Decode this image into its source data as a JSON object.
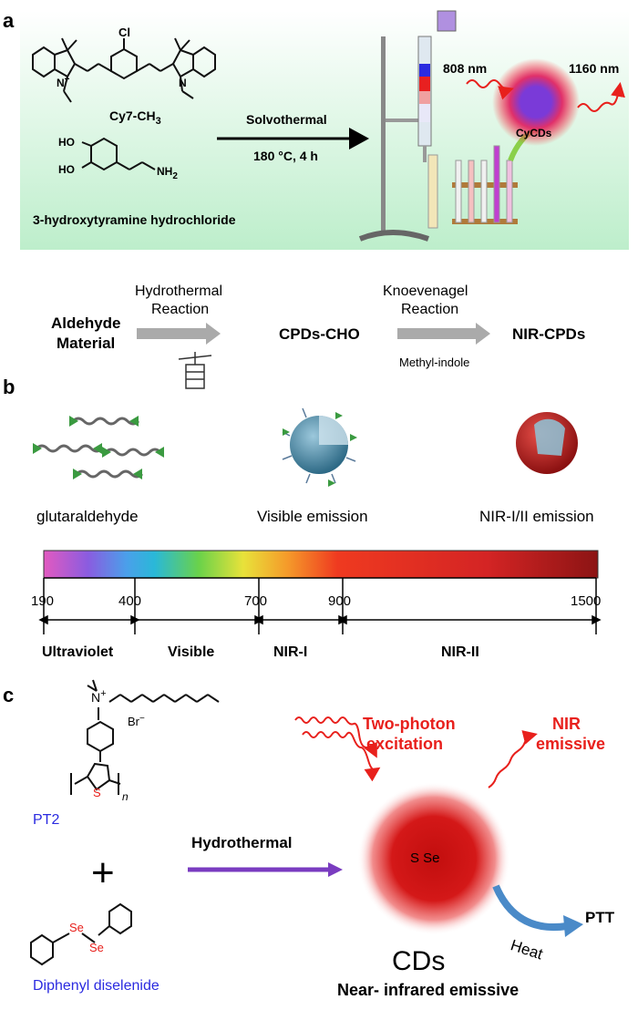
{
  "panel_a": {
    "letter": "a",
    "cy7": "Cy7-CH",
    "cy7_sub": "3",
    "cl": "Cl",
    "ho1": "HO",
    "ho2": "HO",
    "nh2": "NH",
    "nh2_sub": "2",
    "n_plus": "N",
    "n2": "N",
    "amine_name": "3-hydroxytyramine hydrochloride",
    "method": "Solvothermal",
    "conditions": "180 °C, 4 h",
    "excitation": "808 nm",
    "emission": "1160 nm",
    "particle": "CyCDs",
    "bg_color": "#c8f0d2"
  },
  "panel_a_flow": {
    "start_line1": "Aldehyde",
    "start_line2": "Material",
    "step1_line1": "Hydrothermal",
    "step1_line2": "Reaction",
    "mid": "CPDs-CHO",
    "step2_line1": "Knoevenagel",
    "step2_line2": "Reaction",
    "reagent": "Methyl-indole",
    "end": "NIR-CPDs"
  },
  "panel_b": {
    "letter": "b",
    "label1": "glutaraldehyde",
    "label2": "Visible emission",
    "label3": "NIR-I/II emission",
    "ticks": [
      "190",
      "400",
      "700",
      "900",
      "1500"
    ],
    "regions": [
      "Ultraviolet",
      "Visible",
      "NIR-I",
      "NIR-II"
    ]
  },
  "panel_c": {
    "letter": "c",
    "pt2": "PT2",
    "br": "Br",
    "n_plus": "N",
    "s": "S",
    "n_sub": "n",
    "plus": "+",
    "se1": "Se",
    "se2": "Se",
    "reagent": "Diphenyl diselenide",
    "method": "Hydrothermal",
    "core": "S Se",
    "two_photon_1": "Two-photon",
    "two_photon_2": "excitation",
    "nir_1": "NIR",
    "nir_2": "emissive",
    "heat": "Heat",
    "ptt": "PTT",
    "product": "CDs",
    "product_desc": "Near- infrared emissive",
    "red": "#e8201c",
    "blue": "#2a2ae0"
  }
}
